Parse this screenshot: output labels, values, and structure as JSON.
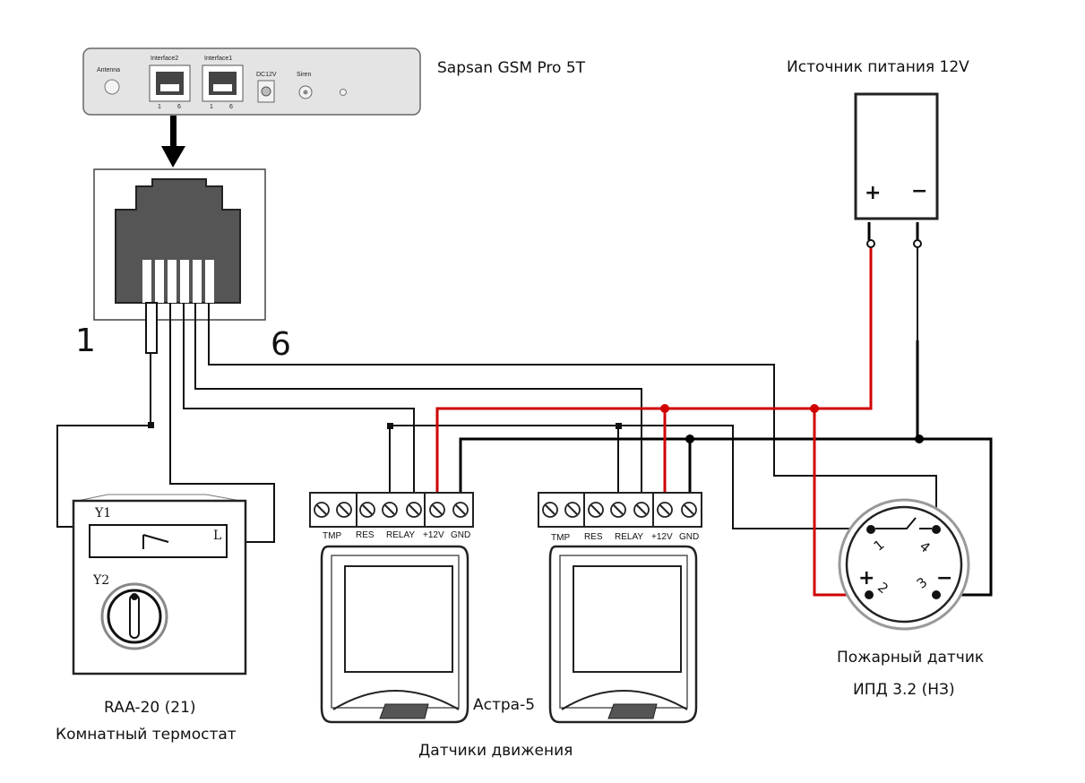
{
  "gsm_device": {
    "name": "Sapsan GSM Pro 5T",
    "port_antenna": "Antenna",
    "port_interface2": "Interface2",
    "port_interface1": "Interface1",
    "port_dc": "DC12V",
    "port_siren": "Siren",
    "pin_first": "1",
    "pin_last": "6"
  },
  "connector": {
    "pin1_label": "1",
    "pin6_label": "6"
  },
  "power_supply": {
    "title": "Источник питания 12V",
    "plus": "+",
    "minus": "−"
  },
  "thermostat": {
    "model": "RAA-20 (21)",
    "caption": "Комнатный термостат",
    "y1": "Y1",
    "y2": "Y2",
    "l": "L"
  },
  "motion_sensors": {
    "caption": "Датчики движения",
    "model": "Астра-5",
    "terminal_labels": [
      "TMP",
      "RES",
      "RELAY",
      "+12V",
      "GND"
    ]
  },
  "fire_sensor": {
    "caption_line1": "Пожарный датчик",
    "caption_line2": "ИПД 3.2 (НЗ)",
    "pin1": "1",
    "pin2": "2",
    "pin3": "3",
    "pin4": "4",
    "plus": "+",
    "minus": "−"
  },
  "colors": {
    "wire_black": "#000000",
    "wire_red": "#d00000",
    "device_panel": "#e6e6e6"
  }
}
